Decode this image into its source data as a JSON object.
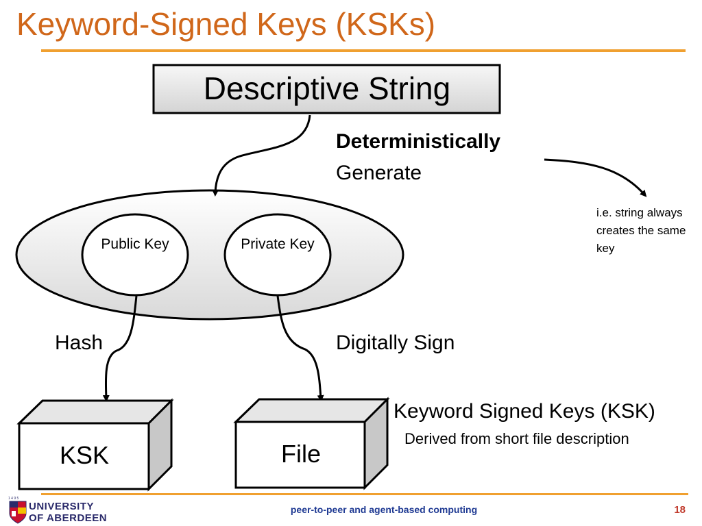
{
  "slide": {
    "title": "Keyword-Signed Keys (KSKs)",
    "page_number": "18",
    "footer": "peer-to-peer and agent-based computing"
  },
  "logo": {
    "line1": "UNIVERSITY",
    "line2": "OF ABERDEEN"
  },
  "diagram": {
    "descriptive_string": "Descriptive String",
    "deterministically": "Deterministically",
    "generate": "Generate",
    "note": "i.e. string always creates the same key",
    "public_key": "Public Key",
    "private_key": "Private Key",
    "hash": "Hash",
    "digitally_sign": "Digitally Sign",
    "ksk_box": "KSK",
    "file_box": "File",
    "ksk_title": "Keyword Signed Keys (KSK)",
    "ksk_subtitle": "Derived from short file description"
  },
  "colors": {
    "title": "#D0671A",
    "rule": "#F0A030",
    "footer_text": "#1F3A93",
    "page_number": "#C0392B"
  }
}
